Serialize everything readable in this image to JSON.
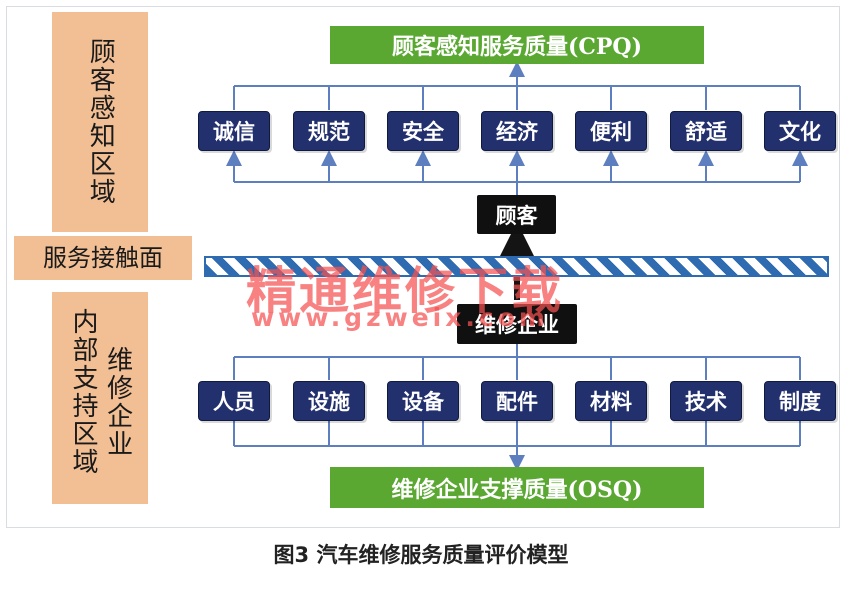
{
  "left_panels": {
    "top": "顾客感知区域",
    "middle": "服务接触面",
    "bottom_col1": "内部支持区域",
    "bottom_col2": "维修企业"
  },
  "top_header": "顾客感知服务质量(CPQ)",
  "top_nodes": [
    "诚信",
    "规范",
    "安全",
    "经济",
    "便利",
    "舒适",
    "文化"
  ],
  "customer_box": "顾客",
  "enterprise_box": "维修企业",
  "bottom_nodes": [
    "人员",
    "设施",
    "设备",
    "配件",
    "材料",
    "技术",
    "制度"
  ],
  "bottom_header": "维修企业支撑质量(OSQ)",
  "watermark": {
    "text_cn": "精通维修下载",
    "url": "www.gzweix.com"
  },
  "caption": "图3 汽车维修服务质量评价模型",
  "colors": {
    "green_bar": "#5aa832",
    "navy_box": "#22306d",
    "black_box": "#101010",
    "side_panel": "#f2bf95",
    "connector": "#5e7fbf",
    "watermark": "#f55050"
  }
}
